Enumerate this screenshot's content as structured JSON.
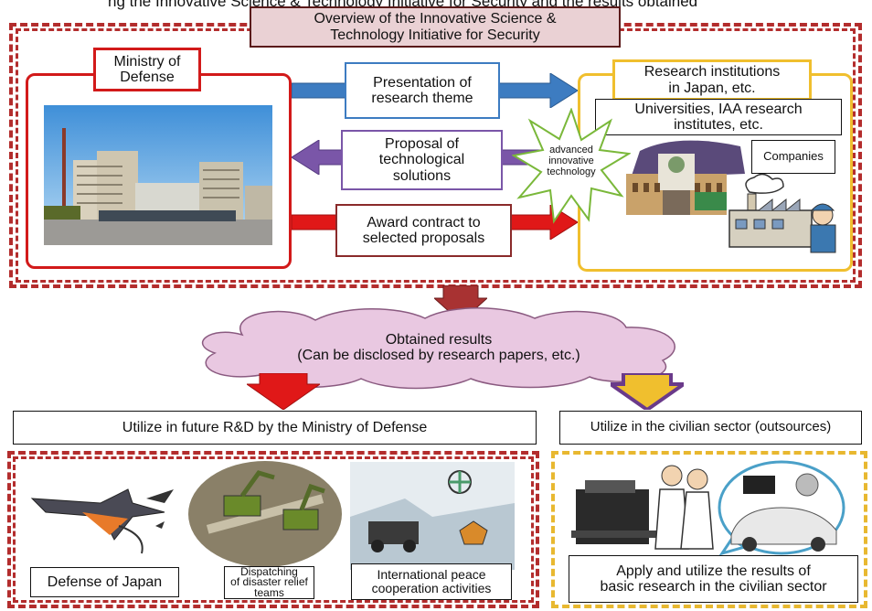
{
  "header": {
    "top_fragment": "ng the Innovative Science & Technology Initiative for Security and the results obtained",
    "title": "Overview of the Innovative Science &\nTechnology Initiative for Security"
  },
  "mod": {
    "label": "Ministry of\nDefense"
  },
  "institutions": {
    "label": "Research institutions\nin Japan, etc.",
    "universities": "Universities, IAA research\ninstitutes, etc.",
    "companies": "Companies"
  },
  "flows": {
    "presentation": "Presentation of\nresearch theme",
    "proposal": "Proposal of\ntechnological\nsolutions",
    "award": "Award contract to\nselected proposals",
    "burst": "advanced\ninnovative\ntechnology"
  },
  "results": {
    "text": "Obtained results\n(Can be disclosed by research papers, etc.)"
  },
  "utilize_mod": {
    "title": "Utilize in future R&D by the Ministry of Defense",
    "items": [
      "Defense of Japan",
      "Dispatching\nof disaster relief\nteams",
      "International peace\ncooperation activities"
    ]
  },
  "utilize_civ": {
    "title": "Utilize in the civilian sector (outsources)",
    "caption": "Apply and utilize the results of\nbasic research in the civilian sector"
  },
  "colors": {
    "red": "#d21a1a",
    "dark_red": "#b32d2d",
    "blue": "#3d7cc1",
    "purple": "#7a56a8",
    "yellow": "#f0bf2e",
    "title_fill": "#ead1d4",
    "cloud_fill": "#e9c8e1"
  }
}
